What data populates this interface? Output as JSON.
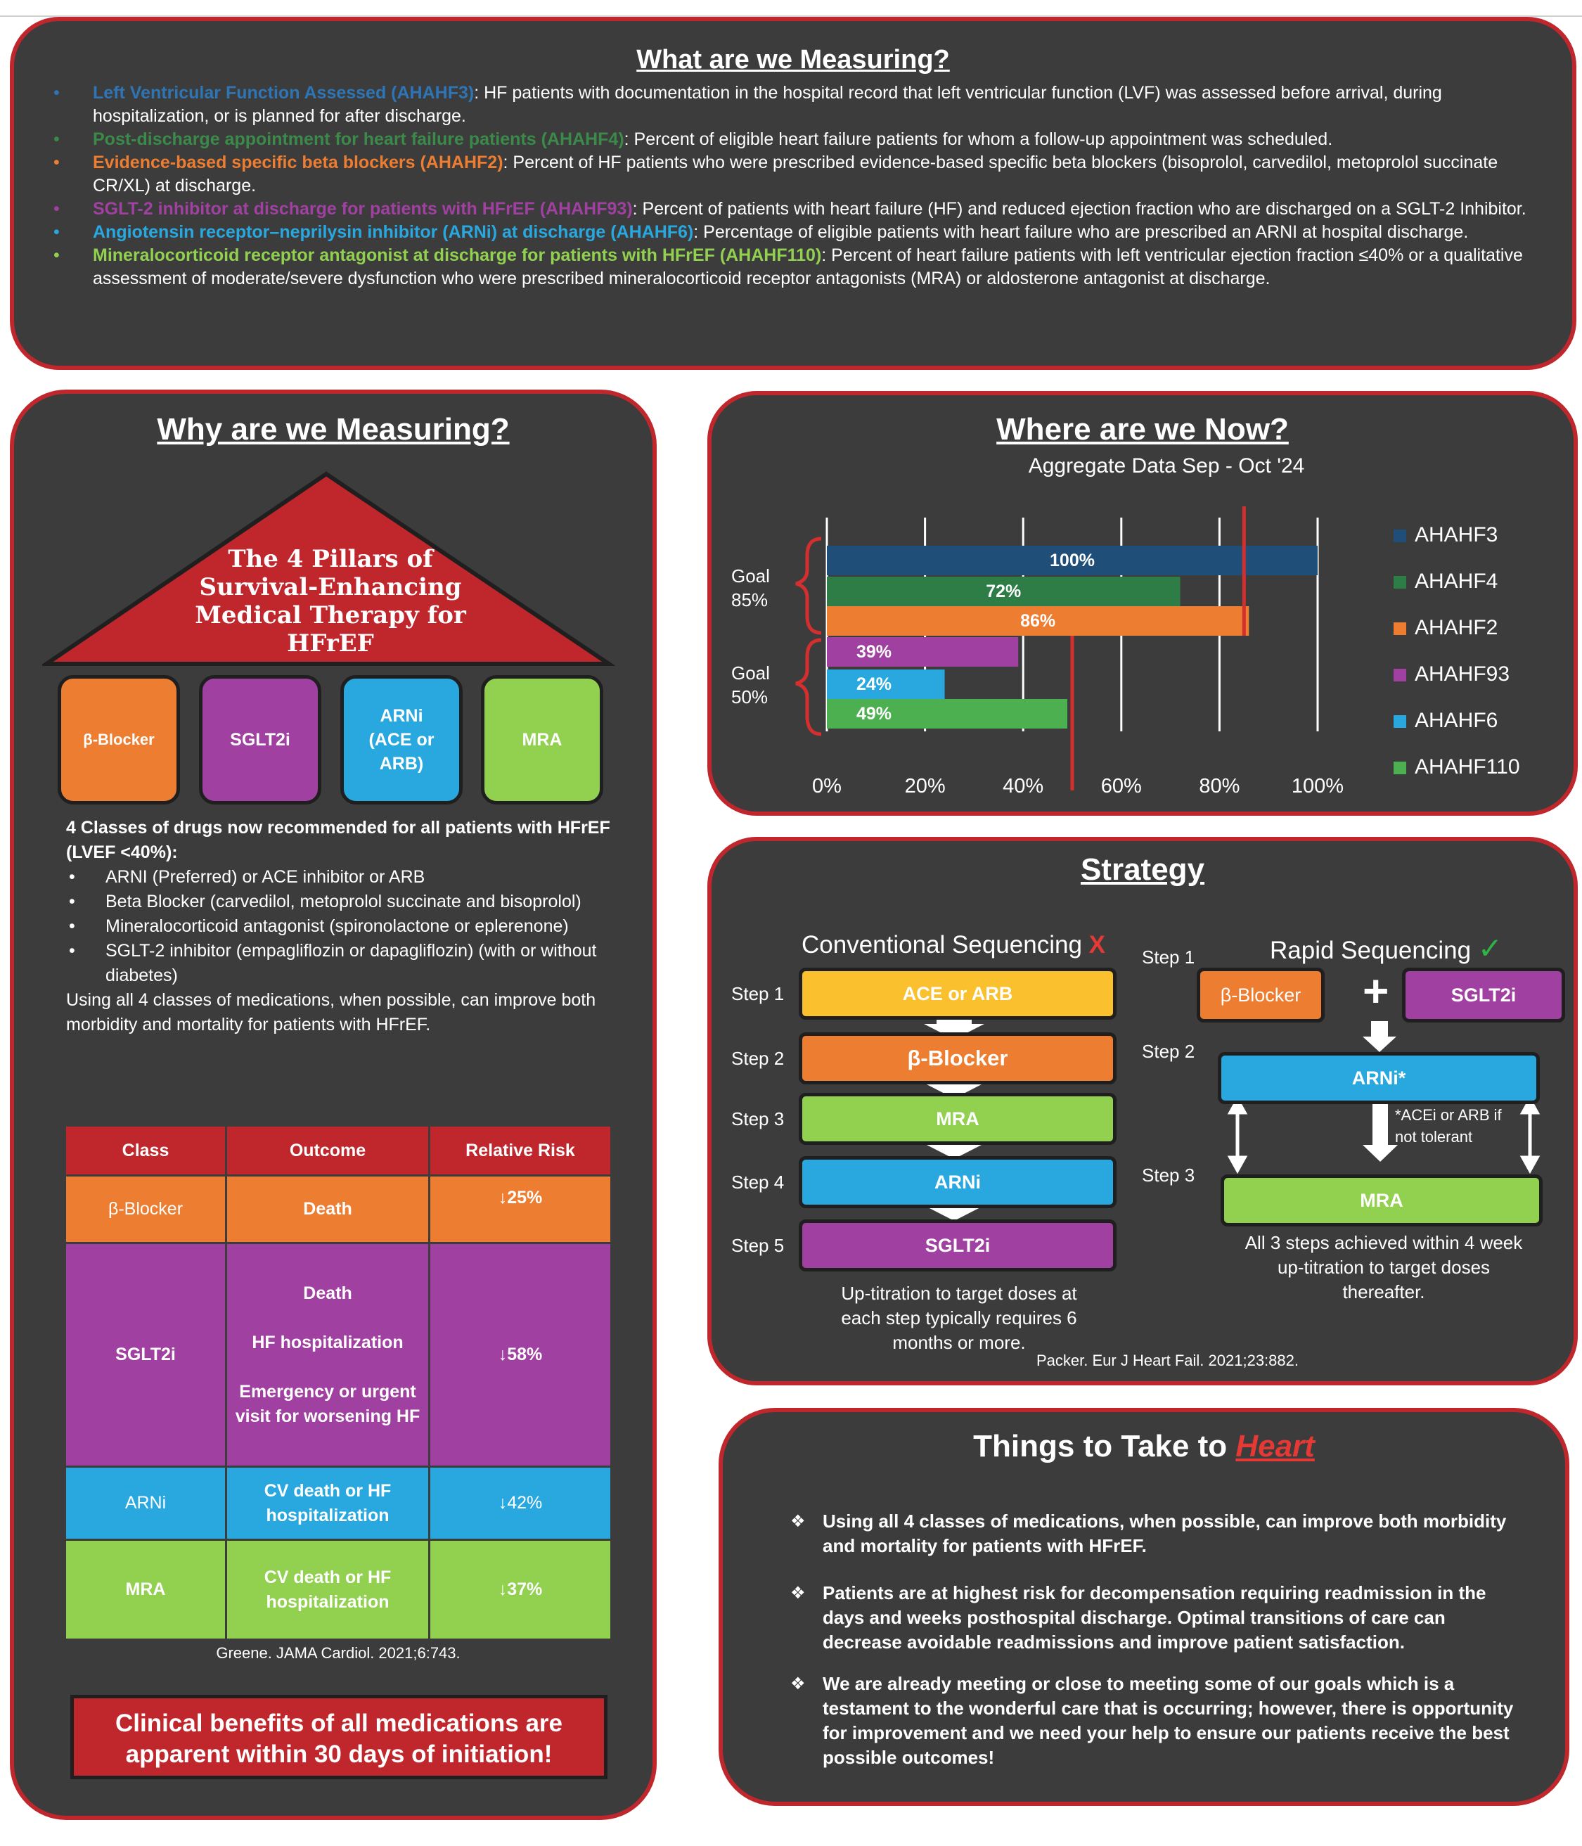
{
  "measuring": {
    "title": "What are we Measuring?",
    "items": [
      {
        "label": "Left Ventricular Function Assessed (AHAHF3)",
        "text": ": HF patients with documentation in the hospital record that left ventricular function (LVF) was assessed before arrival, during hospitalization, or is planned for after discharge.",
        "color": "#2e75b6"
      },
      {
        "label": "Post-discharge appointment for heart failure patients (AHAHF4)",
        "text": ": Percent of eligible heart failure patients for whom a follow-up appointment was scheduled.",
        "color": "#3b8a4a"
      },
      {
        "label": "Evidence-based specific beta blockers (AHAHF2)",
        "text": ": Percent of HF patients who were prescribed evidence-based specific beta blockers (bisoprolol, carvedilol, metoprolol succinate CR/XL) at discharge.",
        "color": "#ed7d31"
      },
      {
        "label": "SGLT-2 inhibitor at discharge for patients with HFrEF (AHAHF93)",
        "text": ": Percent of patients with heart failure (HF) and reduced ejection fraction who are discharged on a SGLT-2 Inhibitor.",
        "color": "#a040a0"
      },
      {
        "label": "Angiotensin receptor–neprilysin inhibitor (ARNi) at discharge (AHAHF6)",
        "text": ": Percentage of eligible patients with heart failure who are prescribed an ARNI at hospital discharge.",
        "color": "#29a8e0"
      },
      {
        "label": "Mineralocorticoid receptor antagonist at discharge for patients with HFrEF (AHAHF110)",
        "text": ": Percent of heart failure patients with left ventricular ejection fraction ≤40% or a qualitative assessment of moderate/severe dysfunction who were prescribed mineralocorticoid receptor antagonists (MRA) or aldosterone antagonist at discharge.",
        "color": "#92d050"
      }
    ]
  },
  "why": {
    "title": "Why are we Measuring?",
    "roof_text": "The 4 Pillars of Survival-Enhancing Medical Therapy for HFrEF",
    "pillars": [
      {
        "label": "β-Blocker",
        "color": "#ed7d31"
      },
      {
        "label": "SGLT2i",
        "color": "#a040a0"
      },
      {
        "label": "ARNi (ACE or ARB)",
        "color": "#29a8e0"
      },
      {
        "label": "MRA",
        "color": "#92d050"
      }
    ],
    "intro": "4 Classes of drugs now recommended for all patients with HFrEF (LVEF <40%):",
    "bullets": [
      "ARNI (Preferred) or ACE inhibitor or ARB",
      "Beta Blocker (carvedilol, metoprolol succinate and bisoprolol)",
      "Mineralocorticoid antagonist (spironolactone or eplerenone)",
      "SGLT-2 inhibitor (empagliflozin or dapagliflozin) (with or without diabetes)"
    ],
    "outro": "Using all 4 classes of medications, when possible, can improve both morbidity and mortality for patients with HFrEF.",
    "table": {
      "headers": [
        "Class",
        "Outcome",
        "Relative Risk"
      ],
      "rows": [
        {
          "cls": "β-Blocker",
          "outcome": [
            "Death"
          ],
          "risk": "↓25%",
          "color": "#ed7d31"
        },
        {
          "cls": "SGLT2i",
          "outcome": [
            "Death",
            "HF hospitalization",
            "Emergency or urgent visit for worsening HF"
          ],
          "risk": "↓58%",
          "color": "#a040a0"
        },
        {
          "cls": "ARNi",
          "outcome": [
            "CV death or HF hospitalization"
          ],
          "risk": "↓42%",
          "color": "#29a8e0"
        },
        {
          "cls": "MRA",
          "outcome": [
            "CV death or HF hospitalization"
          ],
          "risk": "↓37%",
          "color": "#92d050"
        }
      ]
    },
    "citation": "Greene. JAMA Cardiol. 2021;6:743.",
    "callout": "Clinical benefits of all medications are apparent within 30 days of initiation!"
  },
  "where": {
    "title": "Where are we Now?",
    "goal1": "Goal 85%",
    "goal2": "Goal 50%"
  },
  "chart_data": {
    "type": "bar",
    "title": "Aggregate Data Sep - Oct '24",
    "orientation": "horizontal",
    "categories": [
      "AHAHF3",
      "AHAHF4",
      "AHAHF2",
      "AHAHF93",
      "AHAHF6",
      "AHAHF110"
    ],
    "values": [
      100,
      72,
      86,
      39,
      24,
      49
    ],
    "value_labels": [
      "100%",
      "72%",
      "86%",
      "39%",
      "24%",
      "49%"
    ],
    "colors": [
      "#1f4e79",
      "#2e7d46",
      "#ed7d31",
      "#a040a0",
      "#29a8e0",
      "#4caf50"
    ],
    "goals": [
      85,
      50
    ],
    "xticks": [
      "0%",
      "20%",
      "40%",
      "60%",
      "80%",
      "100%"
    ],
    "xlim": [
      0,
      100
    ],
    "grid": true,
    "legend": "right"
  },
  "strategy": {
    "title": "Strategy",
    "conventional": {
      "title": "Conventional Sequencing",
      "mark": "X",
      "steps": [
        {
          "step": "Step 1",
          "label": "ACE or ARB",
          "color": "#fbc02d"
        },
        {
          "step": "Step 2",
          "label": "β-Blocker",
          "color": "#ed7d31"
        },
        {
          "step": "Step 3",
          "label": "MRA",
          "color": "#92d050"
        },
        {
          "step": "Step 4",
          "label": "ARNi",
          "color": "#29a8e0"
        },
        {
          "step": "Step 5",
          "label": "SGLT2i",
          "color": "#a040a0"
        }
      ],
      "note": "Up-titration to target doses at each step typically requires 6 months or more."
    },
    "rapid": {
      "title": "Rapid Sequencing",
      "mark": "✓",
      "step1": "Step 1",
      "step2": "Step 2",
      "step3": "Step 3",
      "beta": "β-Blocker",
      "plus": "+",
      "sglt2": "SGLT2i",
      "arni": "ARNi*",
      "arni_note": "*ACEi or ARB if not tolerant",
      "mra": "MRA",
      "note": "All 3 steps achieved within 4 week up-titration to target doses thereafter."
    },
    "citation": "Packer. Eur J Heart Fail. 2021;23:882."
  },
  "takeaways": {
    "title_prefix": "Things to Take to ",
    "title_emph": "Heart",
    "items": [
      "Using all 4 classes of medications, when possible, can improve both morbidity and mortality for patients with HFrEF.",
      "Patients are at highest risk for decompensation requiring readmission in the days and weeks posthospital discharge. Optimal transitions of care can decrease avoidable readmissions and improve patient satisfaction.",
      "We are already meeting or close to meeting some of our goals which is a testament to the wonderful care that is occurring; however, there is opportunity for improvement and we need your help to ensure our patients receive the best possible outcomes!"
    ]
  }
}
